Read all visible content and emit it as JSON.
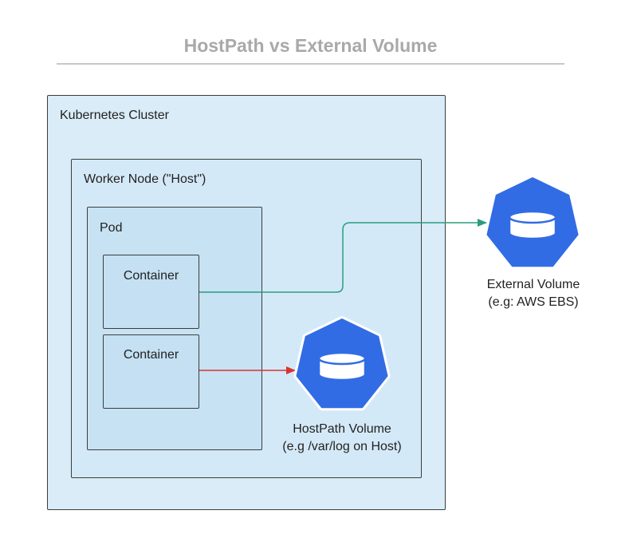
{
  "title": "HostPath vs External Volume",
  "cluster": {
    "label": "Kubernetes Cluster"
  },
  "node": {
    "label": "Worker Node (\"Host\")"
  },
  "pod": {
    "label": "Pod"
  },
  "containers": [
    {
      "label": "Container"
    },
    {
      "label": "Container"
    }
  ],
  "hostpath_volume": {
    "line1": "HostPath Volume",
    "line2": "(e.g /var/log on Host)",
    "icon": "volume-icon"
  },
  "external_volume": {
    "line1": "External Volume",
    "line2": "(e.g: AWS EBS)",
    "icon": "volume-icon"
  },
  "colors": {
    "volume_fill": "#326ce5",
    "arrow_external": "#2a9d7f",
    "arrow_hostpath": "#d93333",
    "title": "#a9a9a9"
  }
}
